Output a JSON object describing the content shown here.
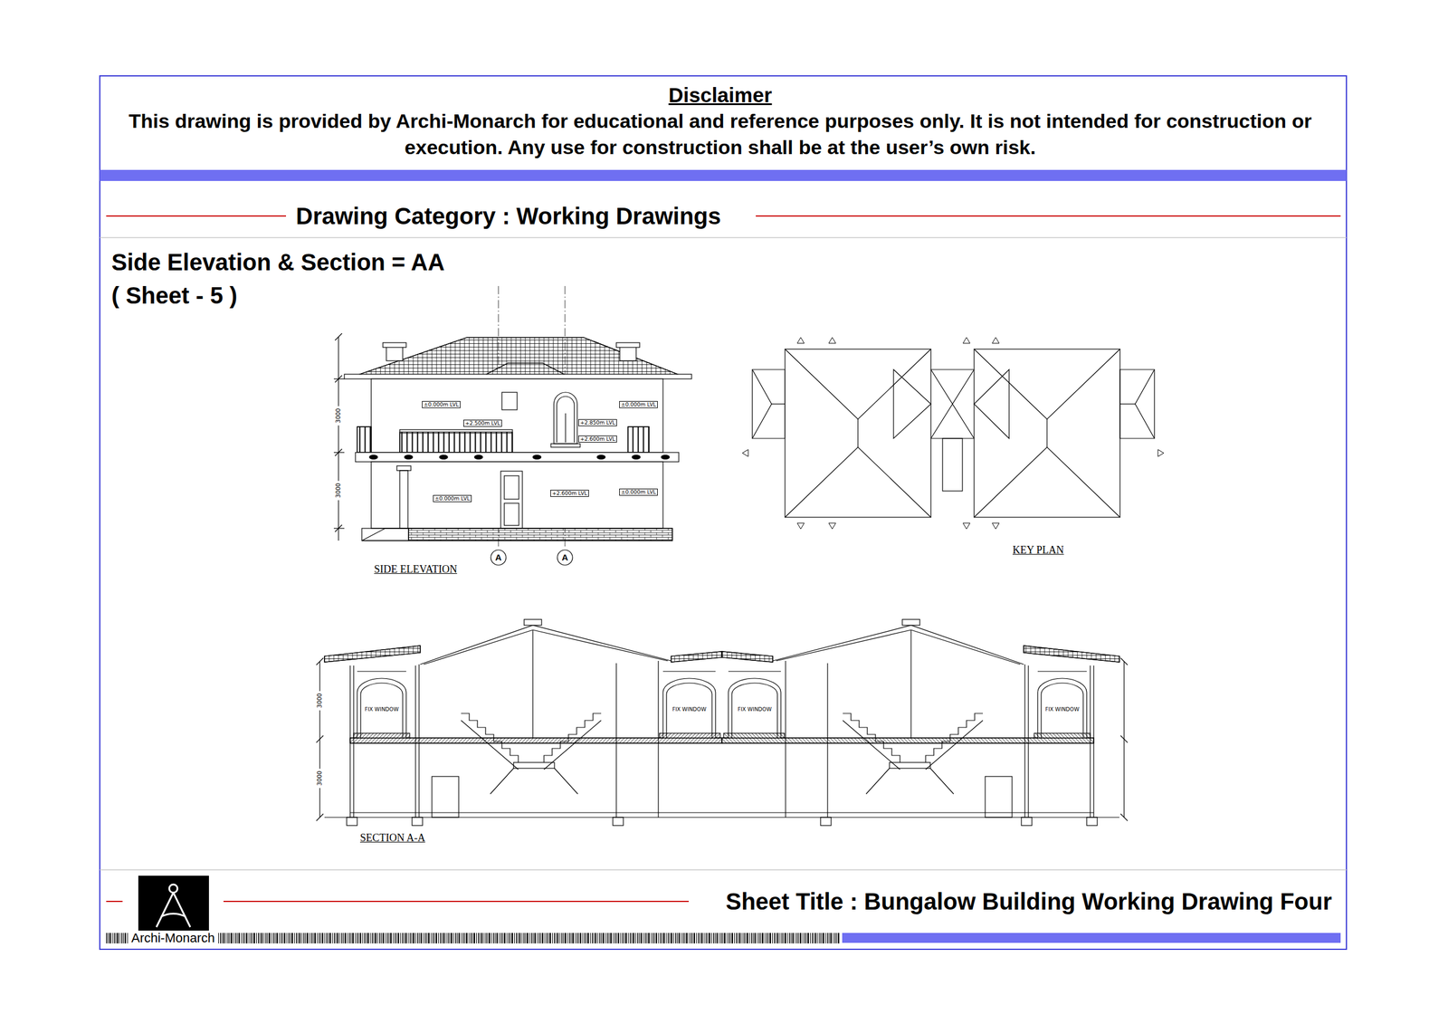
{
  "diagram": {
    "title": "Side Elevation & Section = AA",
    "labels": [
      "Disclaimer",
      "This drawing is provided by Archi-Monarch for educational and reference purposes only. It is not intended for construction or execution. Any use for construction shall be at the user’s own risk.",
      "Drawing Category : Working Drawings",
      "( Sheet - 5 )",
      "±0.000m LVL",
      "+2.500m LVL",
      "+2.850m LVL",
      "+2.600m LVL",
      "±0.000m LVL",
      "±0.000m LVL",
      "+2.600m LVL",
      "±0.000m LVL",
      "3000",
      "3000",
      "A",
      "A",
      "SIDE ELEVATION",
      "KEY PLAN",
      "FIX WINDOW",
      "FIX WINDOW",
      "FIX WINDOW",
      "FIX WINDOW",
      "3000",
      "3000",
      "SECTION A-A",
      "Archi-Monarch",
      "Sheet Title : Bungalow Building Working Drawing Four"
    ]
  }
}
